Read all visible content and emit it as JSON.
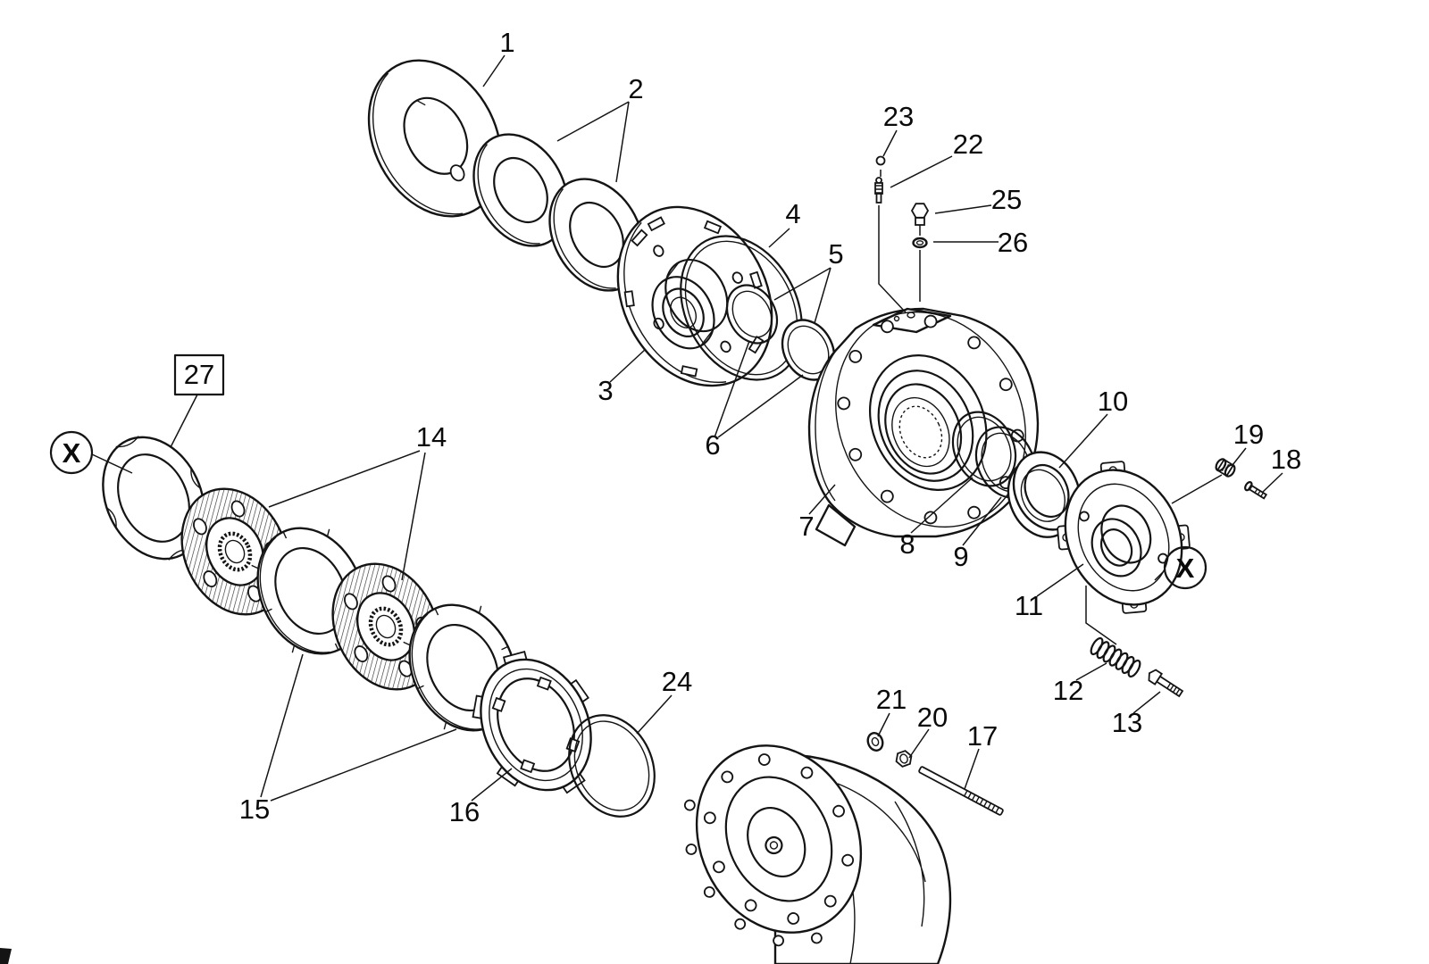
{
  "diagram": {
    "background_color": "#ffffff",
    "line_color": "#141414",
    "part_labels": [
      "1",
      "2",
      "3",
      "4",
      "5",
      "6",
      "7",
      "8",
      "9",
      "10",
      "11",
      "12",
      "13",
      "14",
      "15",
      "16",
      "17",
      "18",
      "19",
      "20",
      "21",
      "22",
      "23",
      "24",
      "25",
      "26",
      "27"
    ],
    "boxed_label": "27",
    "reference_markers": [
      "X",
      "X"
    ]
  }
}
